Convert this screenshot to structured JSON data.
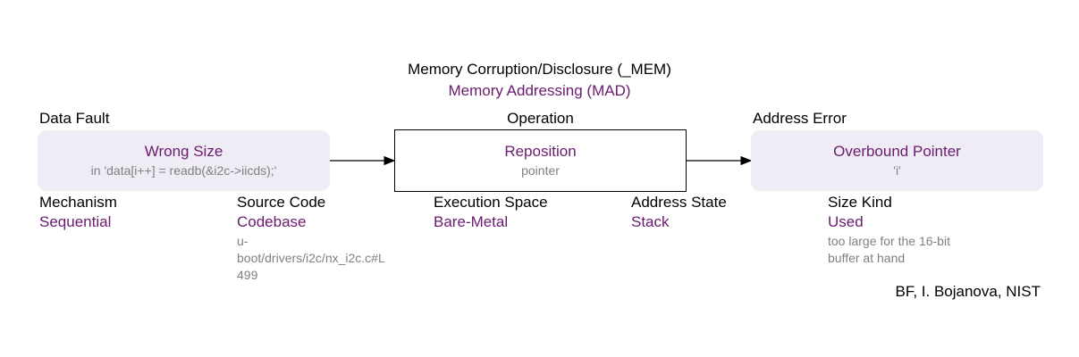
{
  "header": {
    "title": "Memory Corruption/Disclosure (_MEM)",
    "subtitle": "Memory Addressing (MAD)"
  },
  "nodes": {
    "cause": {
      "category": "Data Fault",
      "name": "Wrong Size",
      "detail": "in 'data[i++] = readb(&i2c->iicds);'"
    },
    "operation": {
      "category": "Operation",
      "name": "Reposition",
      "detail": "pointer"
    },
    "consequence": {
      "category": "Address Error",
      "name": "Overbound Pointer",
      "detail": "'i'"
    }
  },
  "attributes": [
    {
      "label": "Mechanism",
      "value": "Sequential",
      "note": ""
    },
    {
      "label": "Source Code",
      "value": "Codebase",
      "note": "u-\nboot/drivers/i2c/nx_i2c.c#L\n499"
    },
    {
      "label": "Execution Space",
      "value": "Bare-Metal",
      "note": ""
    },
    {
      "label": "Address State",
      "value": "Stack",
      "note": ""
    },
    {
      "label": "Size Kind",
      "value": "Used",
      "note": "too large for the 16-bit\nbuffer at hand"
    }
  ],
  "footer": {
    "credit": "BF, I. Bojanova, NIST"
  },
  "colors": {
    "accent": "#6a1b6e",
    "shaded_box": "#efecf5",
    "note": "#808080"
  }
}
